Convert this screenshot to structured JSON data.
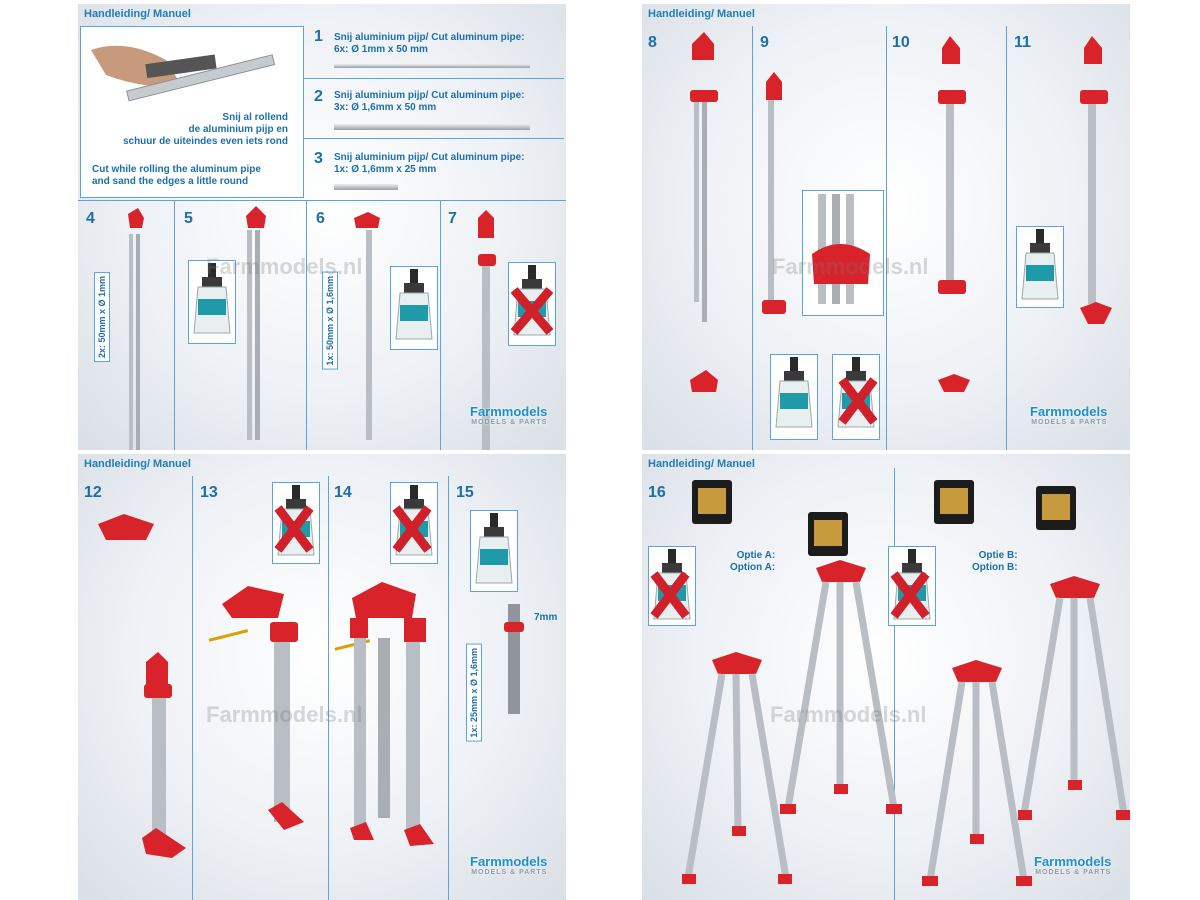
{
  "panels": {
    "tl": {
      "title": "Handleiding/ Manuel",
      "step1": {
        "num": "1",
        "line1": "Snij aluminium pijp/ Cut aluminum pipe:",
        "line2": "6x: Ø 1mm x 50 mm"
      },
      "step2": {
        "num": "2",
        "line1": "Snij aluminium pijp/ Cut aluminum pipe:",
        "line2": "3x: Ø 1,6mm x 50 mm"
      },
      "step3": {
        "num": "3",
        "line1": "Snij aluminium pijp/ Cut aluminum pipe:",
        "line2": "1x: Ø 1,6mm x 25 mm"
      },
      "instr_nl": "Snij al rollend\nde aluminium pijp en\nschuur de uiteindes even iets rond",
      "instr_en": "Cut while rolling the aluminum pipe\nand sand the edges a little round",
      "step4": "4",
      "step5": "5",
      "step6": "6",
      "step7": "7",
      "label4": "2x: 50mm x Ø 1mm",
      "label6": "1x: 50mm x Ø 1,6mm",
      "watermark": "Farmmodels.nl",
      "logo": "Farmmodels",
      "logo_sub": "MODELS & PARTS"
    },
    "tr": {
      "title": "Handleiding/ Manuel",
      "step8": "8",
      "step9": "9",
      "step10": "10",
      "step11": "11",
      "watermark": "Farmmodels.nl",
      "logo": "Farmmodels",
      "logo_sub": "MODELS & PARTS"
    },
    "bl": {
      "title": "Handleiding/ Manuel",
      "step12": "12",
      "step13": "13",
      "step14": "14",
      "step15": "15",
      "label15": "1x: 25mm x Ø 1,6mm",
      "mm": "7mm",
      "watermark": "Farmmodels.nl",
      "logo": "Farmmodels",
      "logo_sub": "MODELS & PARTS"
    },
    "br": {
      "title": "Handleiding/ Manuel",
      "step16": "16",
      "optionA": "Optie A:\nOption A:",
      "optionB": "Optie B:\nOption B:",
      "watermark": "Farmmodels.nl",
      "logo": "Farmmodels",
      "logo_sub": "MODELS & PARTS"
    }
  },
  "colors": {
    "accent": "#1e6fa8",
    "part_red": "#d8232a",
    "pipe": "#b9bec4",
    "cross": "#d0202a"
  },
  "icons": [
    "glue-bottle-icon",
    "red-cross-icon",
    "cutter-hand-icon",
    "laser-level-icon"
  ]
}
